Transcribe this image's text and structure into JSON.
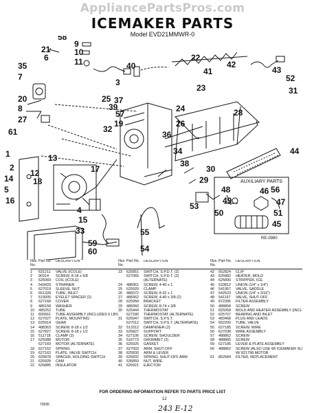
{
  "watermark": "AppliancePartsPros.com",
  "title": "ICEMAKER PARTS",
  "model": "Model EVD21MMWR-0",
  "aux_label": "AUXILIARY PARTS",
  "drawing_code": "RE-0980",
  "callouts": [
    "58",
    "9",
    "10",
    "11",
    "21",
    "6",
    "35",
    "7",
    "20",
    "8",
    "27",
    "61",
    "25",
    "39",
    "3",
    "40",
    "22",
    "41",
    "23",
    "24",
    "26",
    "37",
    "57",
    "19",
    "32",
    "36",
    "34",
    "38",
    "13",
    "12",
    "18",
    "17",
    "1",
    "2",
    "14",
    "5",
    "16",
    "4",
    "15",
    "33",
    "59",
    "60",
    "55",
    "54",
    "42",
    "43",
    "52",
    "31",
    "28",
    "44",
    "30",
    "29",
    "53",
    "48",
    "49",
    "50",
    "56",
    "46",
    "47",
    "51",
    "45"
  ],
  "tables": [
    {
      "headers": [
        "Illus. No.",
        "Part No.",
        "DESCRIPTION"
      ],
      "rows": [
        [
          "1",
          "631211",
          "VALVE (ICOLE)"
        ],
        [
          "2",
          "90314",
          "SCREW, 8-18 x 5/8"
        ],
        [
          "3",
          "625069",
          "COIL (ICOLE)"
        ],
        [
          "4",
          "543429",
          "STRAINER"
        ],
        [
          "5",
          "627019",
          "SLEEVE, NUT"
        ],
        [
          "6",
          "651328",
          "TUBE, INLET"
        ],
        [
          "7",
          "519005",
          "EYELET SPACER (2)"
        ],
        [
          "8",
          "627168",
          "COVER"
        ],
        [
          "9",
          "486158",
          "WASHER"
        ],
        [
          "10",
          "485252",
          "TUBE"
        ],
        [
          "11",
          "826661",
          "TUBE ASSEMBLY (INCLUDES 6 LBS 10)"
        ],
        [
          "12",
          "627027",
          "PLATE, MOUNTING"
        ],
        [
          "13",
          "625914",
          "GEAR"
        ],
        [
          "14",
          "488363",
          "SCREW, 8-18 x 1/2"
        ],
        [
          "15",
          "627827",
          "SCREW, 8-18 x 1/2"
        ],
        [
          "16",
          "511718",
          "CLAMP (2)"
        ],
        [
          "17",
          "625088",
          "MOTOR"
        ],
        [
          "",
          "627169",
          "MOTOR (ALTERNATE)"
        ],
        [
          "18",
          "627162",
          "SPRING"
        ],
        [
          "19",
          "627163",
          "PLATE, VALVE SWITCH"
        ],
        [
          "20",
          "625878",
          "SPACER, HOLDING SWITCH"
        ],
        [
          "21",
          "625928",
          "CAM"
        ],
        [
          "22",
          "625885",
          "INSULATOR"
        ]
      ]
    },
    {
      "headers": [
        "Illus. No.",
        "Part No.",
        "DESCRIPTION"
      ],
      "rows": [
        [
          "23",
          "625851",
          "SWITCH, S.P.D.T. (2)"
        ],
        [
          "",
          "627065",
          "SWITCH, S.P.D.T. (2)"
        ],
        [
          "",
          "",
          "(ALTERNATE)"
        ],
        [
          "24",
          "488361",
          "SCREW, 4-40 x 1"
        ],
        [
          "25",
          "625929",
          "CLAMP"
        ],
        [
          "26",
          "488372",
          "SCREW, 8-32 x 1"
        ],
        [
          "27",
          "488362",
          "SCREW, 4-40 x 3/8 (2)"
        ],
        [
          "28",
          "625958",
          "BRACKET"
        ],
        [
          "29",
          "488360",
          "SCREW, 8-74 x 3/8"
        ],
        [
          "30",
          "625444",
          "THERMOSTAT"
        ],
        [
          "",
          "627180",
          "THERMOSTAT (ALTERNATE)"
        ],
        [
          "31",
          "625947",
          "SWITCH, S.P.S.T."
        ],
        [
          "",
          "627012",
          "SWITCH, S.P.S.T. (ALTERNATE)"
        ],
        [
          "32",
          "513312",
          "DAMPENER (2)"
        ],
        [
          "33",
          "625827",
          "SUPPORT"
        ],
        [
          "34",
          "627106",
          "SCREW, SHOULDER"
        ],
        [
          "35",
          "516773",
          "GROMMET (2)"
        ],
        [
          "36",
          "625926",
          "GASKET"
        ],
        [
          "37",
          "627003",
          "ARM, SHUT-OFF"
        ],
        [
          "38",
          "625830",
          "ARM & LEVER"
        ],
        [
          "39",
          "625832",
          "SPRING, SHUT-OFF ARM"
        ],
        [
          "40",
          "536850",
          "NUT, WIRE"
        ],
        [
          "41",
          "625921",
          "EJECTOR"
        ]
      ]
    },
    {
      "headers": [
        "Illus. No.",
        "Part No.",
        "DESCRIPTION"
      ],
      "rows": [
        [
          "42",
          "652824",
          "CLIP"
        ],
        [
          "43",
          "625882",
          "HEATER, MOLD"
        ],
        [
          "44",
          "625890",
          "STRIPPER, ICE"
        ],
        [
          "45",
          "533812",
          "UNION (1/4\" x 1/4\")"
        ],
        [
          "46",
          "541957",
          "VALVE, SADDLE"
        ],
        [
          "47",
          "542523",
          "UNION (1/4\" x 3/16\")"
        ],
        [
          "48",
          "541157",
          "VALVE, SHUT-OFF"
        ],
        [
          "49",
          "872395",
          "FILTER ASSEMBLY"
        ],
        [
          "50",
          "488858",
          "SCREW"
        ],
        [
          "51",
          "825058",
          "MOLD AND HEATER ASSEMBLY (INCLUDES 4 LBS 43)"
        ],
        [
          "52",
          "625707",
          "BEARING AND INLET"
        ],
        [
          "53",
          "483468",
          "PLUG AND LEADS"
        ],
        [
          "54",
          "652200",
          "TUBE, VALVE"
        ],
        [
          "55",
          "627185",
          "SCREW, WIRE"
        ],
        [
          "56",
          "627038",
          "WIRE ASSEMBLY"
        ],
        [
          "57",
          "488862",
          "SCREW"
        ],
        [
          "58",
          "488865",
          "SCREW"
        ],
        [
          "59",
          "627185",
          "LEVER & PLATE ASSEMBLY"
        ],
        [
          "60",
          "488862",
          "SCREW (ALSO USE W/ ICEMAKER SUPPORT)"
        ],
        [
          "",
          "",
          "W/ 821798 MOTOR"
        ],
        [
          "61",
          "852584",
          "FILTER, REPLACEMENT"
        ]
      ]
    }
  ],
  "footer": "FOR ORDERING INFORMATION REFER TO PARTS PRICE LIST",
  "doc_code": "70695",
  "page_number": "12",
  "handwritten_note": "243 E-12"
}
